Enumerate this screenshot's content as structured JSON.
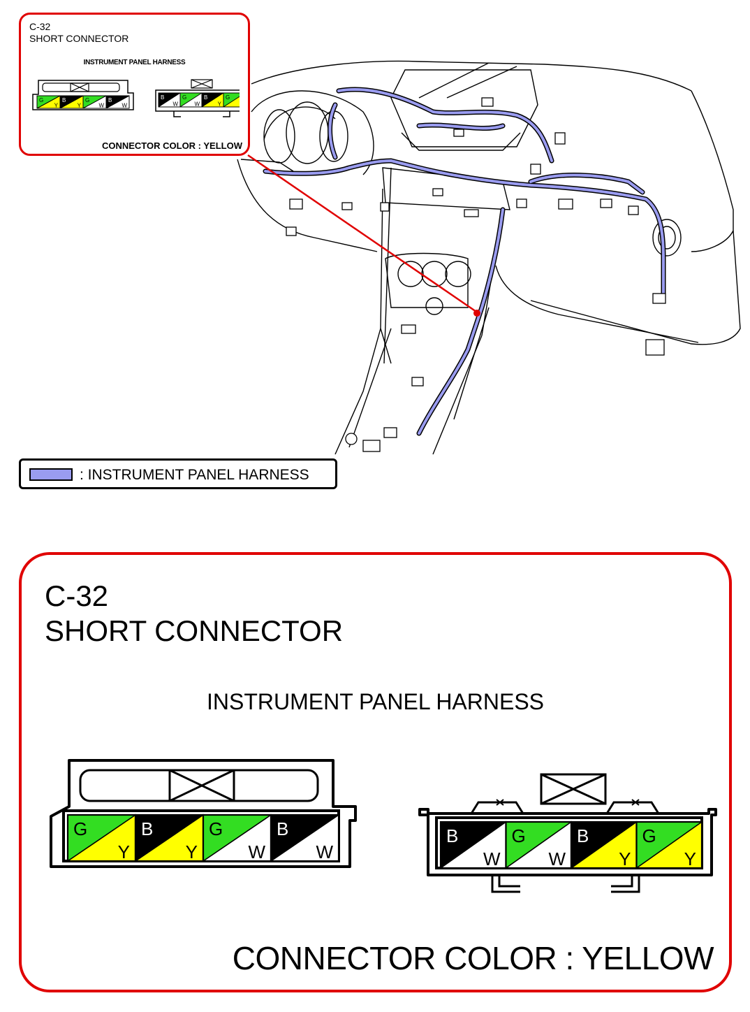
{
  "callout": {
    "connector_id": "C-32",
    "connector_name": "SHORT CONNECTOR",
    "harness": "INSTRUMENT PANEL HARNESS",
    "connector_color": "CONNECTOR COLOR : YELLOW"
  },
  "legend": {
    "label": ": INSTRUMENT PANEL HARNESS",
    "swatch_color": "#9a9cf0"
  },
  "detail": {
    "connector_id": "C-32",
    "connector_name": "SHORT CONNECTOR",
    "harness": "INSTRUMENT PANEL HARNESS",
    "connector_color": "CONNECTOR COLOR : YELLOW"
  },
  "colors": {
    "G": "#33dd22",
    "Y": "#ffff00",
    "B": "#000000",
    "W": "#ffffff",
    "frame": "#e00000",
    "harness": "#9a9cf0"
  },
  "connector_left": {
    "pins": [
      {
        "top": "G",
        "bottom": "Y"
      },
      {
        "top": "B",
        "bottom": "Y"
      },
      {
        "top": "G",
        "bottom": "W"
      },
      {
        "top": "B",
        "bottom": "W"
      }
    ]
  },
  "connector_right": {
    "pins": [
      {
        "top": "B",
        "bottom": "W"
      },
      {
        "top": "G",
        "bottom": "W"
      },
      {
        "top": "B",
        "bottom": "Y"
      },
      {
        "top": "G",
        "bottom": "Y"
      }
    ]
  }
}
